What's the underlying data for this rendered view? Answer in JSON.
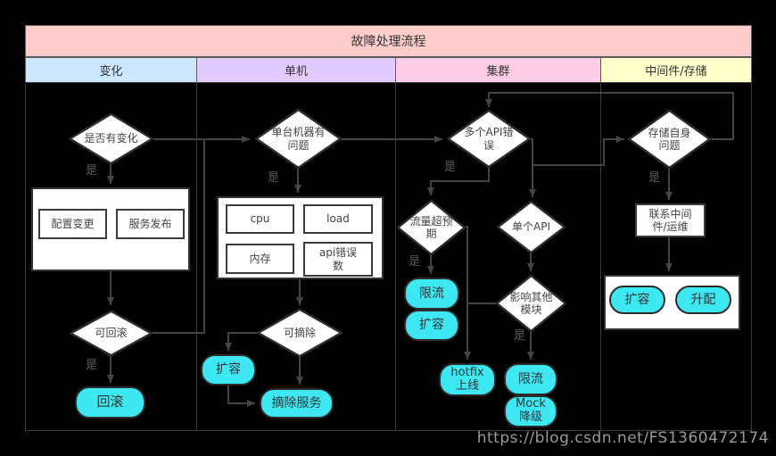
{
  "header": {
    "title": "故障处理流程"
  },
  "lanes": [
    {
      "label": "变化",
      "color": "#CCE6FF"
    },
    {
      "label": "单机",
      "color": "#E2CCFF"
    },
    {
      "label": "集群",
      "color": "#FFCCE6"
    },
    {
      "label": "中间件/存储",
      "color": "#FFFFCC"
    }
  ],
  "labels": {
    "yes": "是"
  },
  "nodes": {
    "change_decision": "是否有变化",
    "config_change": "配置变更",
    "service_release": "服务发布",
    "rollback_decision": "可回滚",
    "rollback_action": "回滚",
    "machine_decision": "单台机器有问题",
    "metric_cpu": "cpu",
    "metric_load": "load",
    "metric_memory": "内存",
    "metric_api_errors": "api错误数",
    "remove_decision": "可摘除",
    "machine_scale_up": "扩容",
    "remove_service": "摘除服务",
    "multi_api_decision": "多个API错误",
    "traffic_decision": "流量超预期",
    "traffic_rate_limit": "限流",
    "traffic_scale_up": "扩容",
    "single_api_decision": "单个API",
    "impact_decision": "影响其他模块",
    "hotfix_action": "hotfix上线",
    "impact_rate_limit": "限流",
    "mock_downgrade": "Mock降级",
    "storage_decision": "存储自身问题",
    "contact_ops": "联系中间件/运维",
    "storage_scale_up": "扩容",
    "storage_upgrade": "升配"
  },
  "watermark": "https://blog.csdn.net/FS1360472174",
  "colors": {
    "canvas_bg": "#000000",
    "title_bar": "#FFCCCC",
    "node_fill": "#FFFFFF",
    "action_fill": "#3DE8F2",
    "connector": "#444444",
    "shape_border": "#2E2E2E"
  }
}
